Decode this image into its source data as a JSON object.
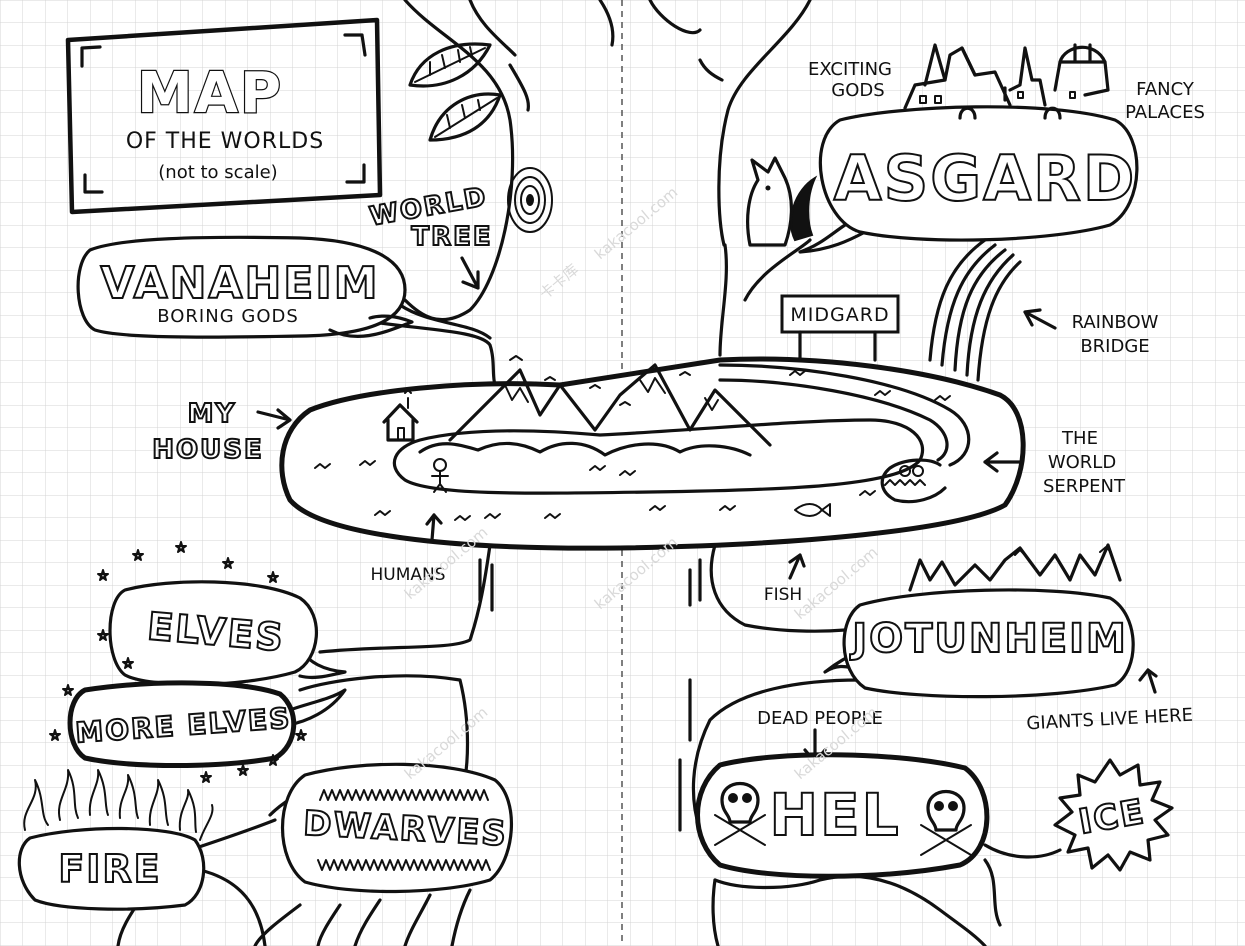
{
  "title": {
    "main": "MAP",
    "sub": "OF THE WORLDS",
    "note": "(not to scale)"
  },
  "labels": {
    "world_tree": [
      "WORLD",
      "TREE"
    ],
    "vanaheim": "VANAHEIM",
    "vanaheim_sub": "BORING GODS",
    "my_house": [
      "MY",
      "HOUSE"
    ],
    "humans": "HUMANS",
    "elves": "ELVES",
    "more_elves": "MORE ELVES",
    "fire": "FIRE",
    "dwarves": "DWARVES",
    "exciting_gods": [
      "EXCITING",
      "GODS"
    ],
    "fancy_palaces": [
      "FANCY",
      "PALACES"
    ],
    "asgard": "ASGARD",
    "midgard": "MIDGARD",
    "rainbow_bridge": [
      "RAINBOW",
      "BRIDGE"
    ],
    "world_serpent": [
      "THE",
      "WORLD",
      "SERPENT"
    ],
    "fish": "FISH",
    "jotunheim": "JOTUNHEIM",
    "giants_live_here": "GIANTS LIVE HERE",
    "dead_people": "DEAD PEOPLE",
    "hel": "HEL",
    "ice": "ICE"
  },
  "watermark": {
    "text_latin": "kakacool.com",
    "text_cjk": "卡卡库"
  },
  "colors": {
    "ink": "#111111",
    "grid": "#d4d4d4",
    "paper": "#ffffff"
  }
}
